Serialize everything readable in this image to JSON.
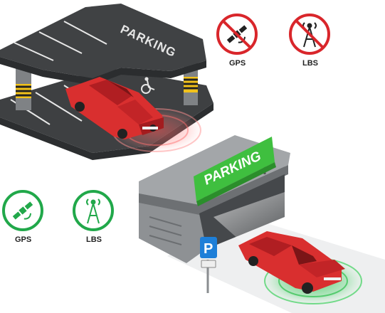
{
  "top_scene": {
    "floor_text": "PARKING",
    "badges": [
      {
        "label": "GPS",
        "status": "blocked",
        "icon": "satellite-icon"
      },
      {
        "label": "LBS",
        "status": "blocked",
        "icon": "cell-tower-icon"
      }
    ]
  },
  "bottom_scene": {
    "sign_text": "PARKING",
    "post_sign_letter": "P",
    "badges": [
      {
        "label": "GPS",
        "status": "ok",
        "icon": "satellite-icon"
      },
      {
        "label": "LBS",
        "status": "ok",
        "icon": "cell-tower-icon"
      }
    ]
  },
  "colors": {
    "blocked": "#d9262b",
    "ok": "#21a84a",
    "car": "#d92f2f",
    "sign_green": "#3fbf3f",
    "asphalt": "#3e4042",
    "concrete": "#8a8d90"
  }
}
